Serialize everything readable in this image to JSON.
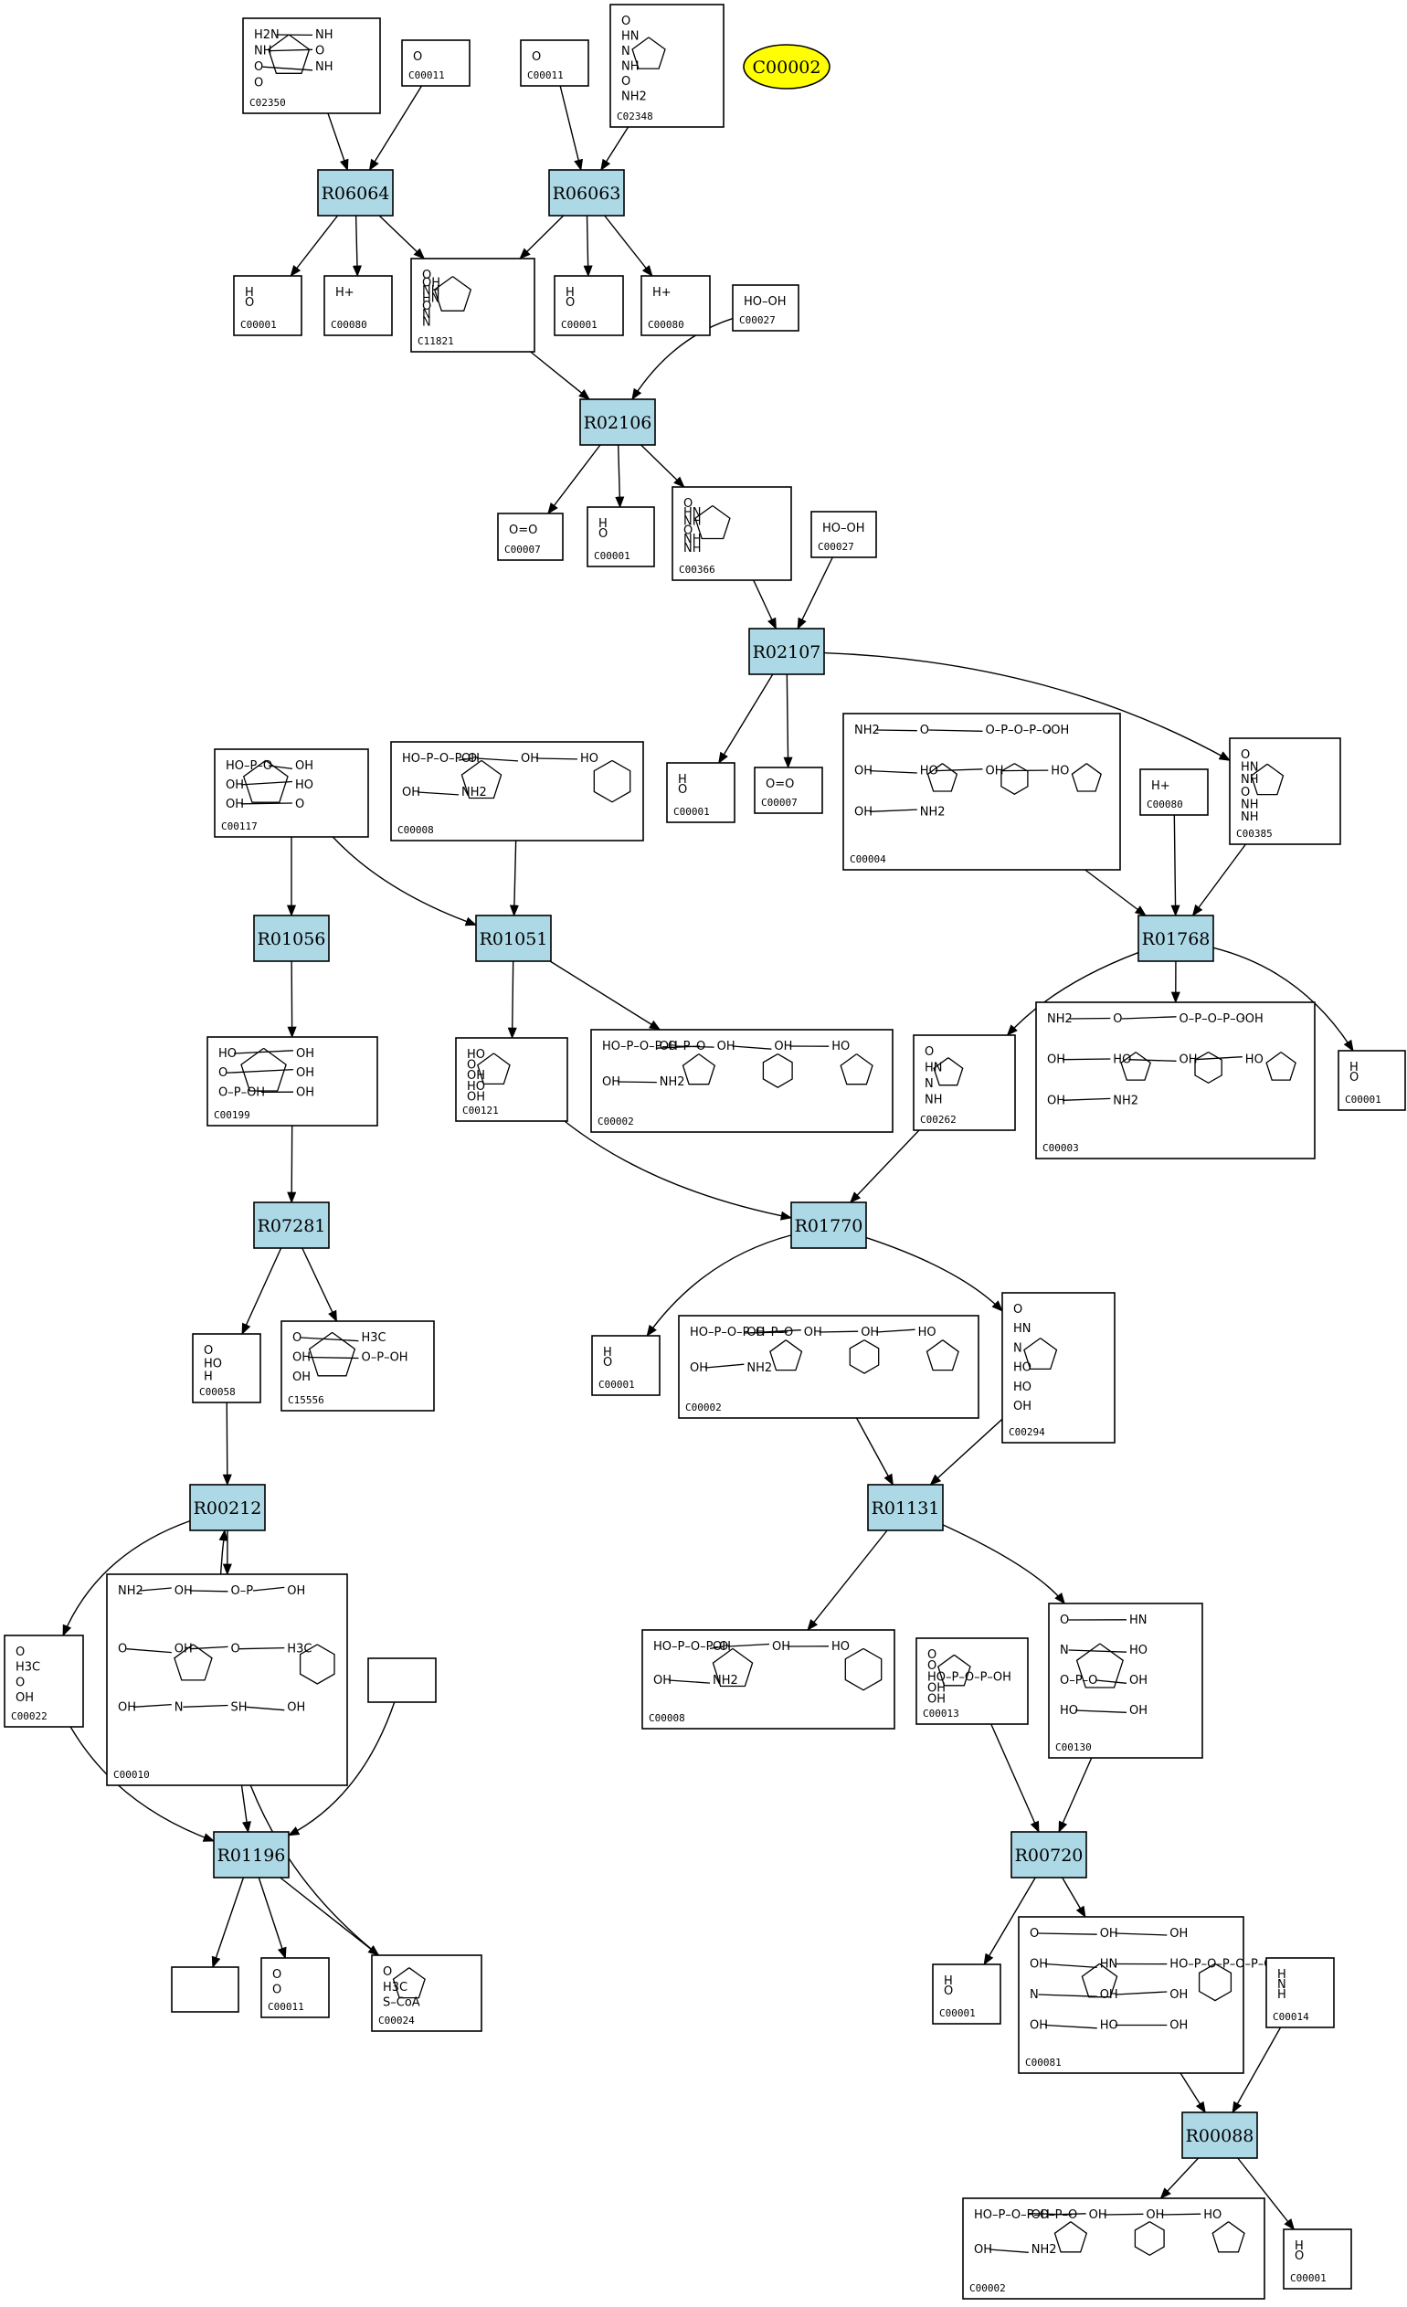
{
  "legend": {
    "label": "C00002",
    "color": "#ffff00"
  },
  "colors": {
    "reaction_fill": "#add8e6",
    "compound_fill": "#ffffff",
    "stroke": "#000000"
  },
  "reactions": [
    {
      "id": "R06064",
      "label": "R06064"
    },
    {
      "id": "R06063",
      "label": "R06063"
    },
    {
      "id": "R02106",
      "label": "R02106"
    },
    {
      "id": "R02107",
      "label": "R02107"
    },
    {
      "id": "R01056",
      "label": "R01056"
    },
    {
      "id": "R01051",
      "label": "R01051"
    },
    {
      "id": "R01768",
      "label": "R01768"
    },
    {
      "id": "R07281",
      "label": "R07281"
    },
    {
      "id": "R01770",
      "label": "R01770"
    },
    {
      "id": "R00212",
      "label": "R00212"
    },
    {
      "id": "R01131",
      "label": "R01131"
    },
    {
      "id": "R01196",
      "label": "R01196"
    },
    {
      "id": "R00720",
      "label": "R00720"
    },
    {
      "id": "R00088",
      "label": "R00088"
    }
  ],
  "compounds": [
    {
      "id": "c02350",
      "label": "C02350",
      "mol": [
        "H2N",
        "NH",
        "NH",
        "O",
        "O",
        "NH",
        "O"
      ]
    },
    {
      "id": "c00011a",
      "label": "C00011",
      "mol": [
        "O",
        "O"
      ]
    },
    {
      "id": "c00011b",
      "label": "C00011",
      "mol": [
        "O",
        "O"
      ]
    },
    {
      "id": "c02348",
      "label": "C02348",
      "mol": [
        "O",
        "HN",
        "N",
        "NH",
        "O",
        "NH2"
      ]
    },
    {
      "id": "c00001a",
      "label": "C00001",
      "mol": [
        "H",
        "O",
        "H"
      ]
    },
    {
      "id": "c00080a",
      "label": "C00080",
      "mol": [
        "H+"
      ]
    },
    {
      "id": "c11821",
      "label": "C11821",
      "mol": [
        "O",
        "OH",
        "NH",
        "HN",
        "O",
        "N",
        "N",
        "OH"
      ]
    },
    {
      "id": "c00001b",
      "label": "C00001",
      "mol": [
        "H",
        "O",
        "H"
      ]
    },
    {
      "id": "c00080b",
      "label": "C00080",
      "mol": [
        "H+"
      ]
    },
    {
      "id": "c00027a",
      "label": "C00027",
      "mol": [
        "HO–OH"
      ]
    },
    {
      "id": "c00007a",
      "label": "C00007",
      "mol": [
        "O=O"
      ]
    },
    {
      "id": "c00001c",
      "label": "C00001",
      "mol": [
        "H",
        "O",
        "H"
      ]
    },
    {
      "id": "c00366",
      "label": "C00366",
      "mol": [
        "O",
        "HN",
        "NH",
        "O",
        "NH",
        "NH",
        "O"
      ]
    },
    {
      "id": "c00027b",
      "label": "C00027",
      "mol": [
        "HO–OH"
      ]
    },
    {
      "id": "c00001d",
      "label": "C00001",
      "mol": [
        "H",
        "O",
        "H"
      ]
    },
    {
      "id": "c00007b",
      "label": "C00007",
      "mol": [
        "O=O"
      ]
    },
    {
      "id": "c00117",
      "label": "C00117",
      "mol": [
        "HO–P–O",
        "OH",
        "OH",
        "HO",
        "OH",
        "O"
      ]
    },
    {
      "id": "c00008",
      "label": "C00008",
      "mol": [
        "HO–P–O–P–O",
        "OH",
        "OH",
        "HO",
        "OH",
        "NH2"
      ]
    },
    {
      "id": "c00004",
      "label": "C00004",
      "mol": [
        "NH2",
        "O",
        "O–P–O–P–O",
        "OH",
        "OH",
        "HO",
        "OH",
        "HO",
        "OH",
        "NH2"
      ]
    },
    {
      "id": "c00080c",
      "label": "C00080",
      "mol": [
        "H+"
      ]
    },
    {
      "id": "c00385",
      "label": "C00385",
      "mol": [
        "O",
        "HN",
        "NH",
        "O",
        "NH",
        "NH"
      ]
    },
    {
      "id": "c00199",
      "label": "C00199",
      "mol": [
        "HO",
        "OH",
        "O",
        "OH",
        "O–P–OH",
        "OH"
      ]
    },
    {
      "id": "c00121",
      "label": "C00121",
      "mol": [
        "HO",
        "O",
        "OH",
        "HO",
        "OH"
      ]
    },
    {
      "id": "c00002a",
      "label": "C00002",
      "mol": [
        "HO–P–O–P–O–P–O",
        "OH",
        "OH",
        "OH",
        "HO",
        "OH",
        "NH2"
      ]
    },
    {
      "id": "c00262",
      "label": "C00262",
      "mol": [
        "O",
        "HN",
        "N",
        "NH"
      ]
    },
    {
      "id": "c00003a",
      "label": "C00003",
      "mol": [
        "NH2",
        "O",
        "O–P–O–P–O",
        "OH",
        "OH",
        "HO",
        "OH",
        "HO",
        "OH",
        "NH2"
      ]
    },
    {
      "id": "c00001e",
      "label": "C00001",
      "mol": [
        "H",
        "O",
        "H"
      ]
    },
    {
      "id": "c00058",
      "label": "C00058",
      "mol": [
        "O",
        "HO",
        "H"
      ]
    },
    {
      "id": "c15556",
      "label": "C15556",
      "mol": [
        "O",
        "H3C",
        "OH",
        "O–P–OH",
        "OH"
      ]
    },
    {
      "id": "c00001f",
      "label": "C00001",
      "mol": [
        "H",
        "O",
        "H"
      ]
    },
    {
      "id": "c00002b",
      "label": "C00002",
      "mol": [
        "HO–P–O–P–O–P–O",
        "OH",
        "OH",
        "OH",
        "HO",
        "OH",
        "NH2"
      ]
    },
    {
      "id": "c00294",
      "label": "C00294",
      "mol": [
        "O",
        "HN",
        "N",
        "HO",
        "HO",
        "OH"
      ]
    },
    {
      "id": "c00022",
      "label": "C00022",
      "mol": [
        "O",
        "H3C",
        "O",
        "OH"
      ]
    },
    {
      "id": "c00010",
      "label": "C00010",
      "mol": [
        "NH2",
        "OH",
        "O–P",
        "OH",
        "O",
        "OH",
        "O",
        "H3C",
        "OH",
        "N",
        "SH",
        "OH"
      ]
    },
    {
      "id": "blank1",
      "label": "",
      "mol": []
    },
    {
      "id": "c00008b",
      "label": "C00008",
      "mol": [
        "HO–P–O–P–O",
        "OH",
        "OH",
        "HO",
        "OH",
        "NH2"
      ]
    },
    {
      "id": "c00013",
      "label": "C00013",
      "mol": [
        "O",
        "O",
        "HO–P–O–P–OH",
        "OH",
        "OH"
      ]
    },
    {
      "id": "c00130",
      "label": "C00130",
      "mol": [
        "O",
        "HN",
        "N",
        "HO",
        "O–P–O",
        "OH",
        "HO",
        "OH"
      ]
    },
    {
      "id": "blank2",
      "label": "",
      "mol": []
    },
    {
      "id": "c00011c",
      "label": "C00011",
      "mol": [
        "O",
        "O"
      ]
    },
    {
      "id": "c00024",
      "label": "C00024",
      "mol": [
        "O",
        "H3C",
        "S–CoA"
      ]
    },
    {
      "id": "c00001g",
      "label": "C00001",
      "mol": [
        "H",
        "O",
        "H"
      ]
    },
    {
      "id": "c00081",
      "label": "C00081",
      "mol": [
        "O",
        "OH",
        "OH",
        "OH",
        "HN",
        "HO–P–O–P–O–P–O",
        "N",
        "OH",
        "OH",
        "OH",
        "HO",
        "OH"
      ]
    },
    {
      "id": "c00014",
      "label": "C00014",
      "mol": [
        "H",
        "N",
        "H",
        "H"
      ]
    },
    {
      "id": "c00002c",
      "label": "C00002",
      "mol": [
        "HO–P–O–P–O–P–O",
        "OH",
        "OH",
        "OH",
        "HO",
        "OH",
        "NH2"
      ]
    },
    {
      "id": "c00001h",
      "label": "C00001",
      "mol": [
        "H",
        "O",
        "H"
      ]
    }
  ]
}
